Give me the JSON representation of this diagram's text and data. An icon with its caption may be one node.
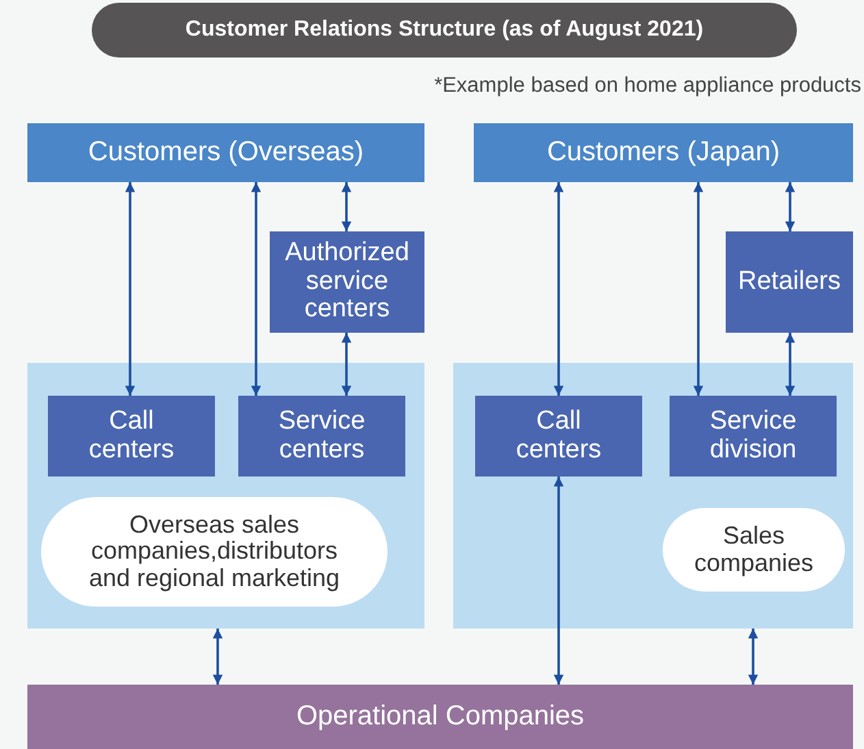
{
  "diagram": {
    "title": "Customer Relations Structure (as of August 2021)",
    "nodes": [
      {
        "text": [
          "Customers (Overseas)"
        ]
      },
      {
        "text": [
          "Customers (Japan)"
        ]
      },
      {
        "text": [
          "Authorized service centers"
        ]
      },
      {
        "text": [
          "Retailers"
        ]
      },
      {
        "text": [],
        "shape": "box"
      },
      {
        "text": [
          "Call centers"
        ],
        "in": 4
      },
      {
        "text": [
          "Service centers"
        ],
        "in": 4
      },
      {
        "text": [
          "Overseas sales companies,distributors and regional marketing"
        ],
        "in": 4
      },
      {
        "text": [],
        "shape": "box"
      },
      {
        "text": [
          "Call centers"
        ],
        "in": 8
      },
      {
        "text": [
          "Service division"
        ],
        "in": 8
      },
      {
        "text": [
          "Sales companies"
        ],
        "in": 8
      },
      {
        "text": [
          "Operational Companies"
        ]
      }
    ],
    "edges": [
      {
        "from": 0,
        "to": 5,
        "arrow": "both"
      },
      {
        "from": 0,
        "to": 6,
        "arrow": "both"
      },
      {
        "from": 0,
        "to": 2,
        "arrow": "both"
      },
      {
        "from": 2,
        "to": 6,
        "arrow": "both"
      },
      {
        "from": 1,
        "to": 9,
        "arrow": "both"
      },
      {
        "from": 1,
        "to": 10,
        "arrow": "both"
      },
      {
        "from": 1,
        "to": 3,
        "arrow": "both"
      },
      {
        "from": 3,
        "to": 10,
        "arrow": "both"
      },
      {
        "from": 4,
        "to": 12,
        "arrow": "both"
      },
      {
        "from": 9,
        "to": 12,
        "arrow": "both"
      },
      {
        "from": 8,
        "to": 12,
        "arrow": "both"
      }
    ],
    "labels": [
      "*Example based on home appliance products"
    ]
  }
}
